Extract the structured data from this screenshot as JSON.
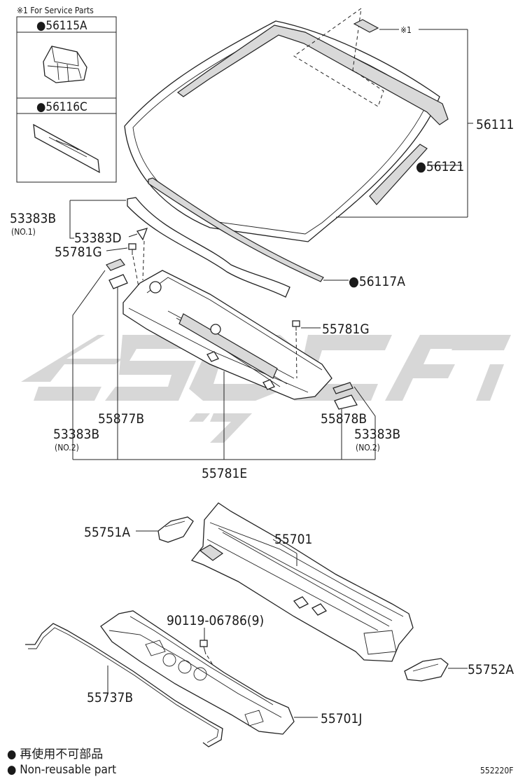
{
  "service_note": "※1 For Service Parts",
  "inset": {
    "part_a": "●56115A",
    "part_c": "●56116C"
  },
  "labels": {
    "p56111": "56111",
    "p56121": "●56121",
    "p56117A": "●56117A",
    "p53383B_1": "53383B",
    "no1": "(NO.1)",
    "p53383D": "53383D",
    "p55781G_a": "55781G",
    "p55781G_b": "55781G",
    "p55877B": "55877B",
    "p55878B": "55878B",
    "p53383B_l": "53383B",
    "no2_l": "(NO.2)",
    "p53383B_r": "53383B",
    "no2_r": "(NO.2)",
    "p55781E": "55781E",
    "p55751A": "55751A",
    "p55701": "55701",
    "p90119": "90119-06786(9)",
    "p55737B": "55737B",
    "p55752A": "55752A",
    "p55701J": "55701J",
    "ref1": "※1"
  },
  "legend": {
    "line1": "● 再使用不可部品",
    "line2": "● Non-reusable part"
  },
  "figure_code": "552220F",
  "colors": {
    "ink": "#1a1a1a",
    "watermark": "#d3d3d3"
  }
}
